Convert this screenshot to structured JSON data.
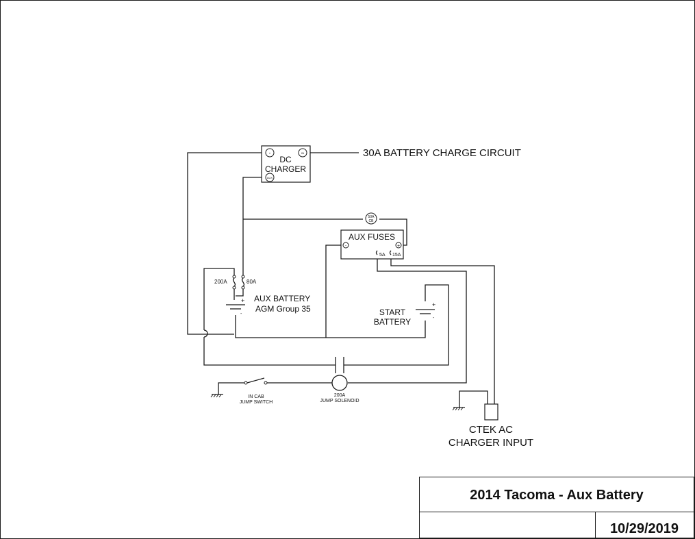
{
  "dc_charger": {
    "line1": "DC",
    "line2": "CHARGER",
    "neg": "-",
    "in": "IN",
    "aux": "AUX"
  },
  "charge_circuit_label": "30A BATTERY CHARGE CIRCUIT",
  "breaker": {
    "line1": "50A",
    "line2": "CB"
  },
  "aux_fuses": {
    "label": "AUX FUSES",
    "neg": "-",
    "pos": "+",
    "fuse_5a": "5A",
    "fuse_15a": "15A"
  },
  "fuse_200a": "200A",
  "fuse_80a": "80A",
  "aux_battery": {
    "line1": "AUX BATTERY",
    "line2": "AGM Group 35",
    "plus": "+",
    "minus": "-"
  },
  "start_battery": {
    "line1": "START",
    "line2": "BATTERY",
    "plus": "+",
    "minus": "-"
  },
  "jump_switch": {
    "line1": "IN CAB",
    "line2": "JUMP SWITCH"
  },
  "jump_solenoid": {
    "line1": "200A",
    "line2": "JUMP SOLENOID"
  },
  "ctek": {
    "line1": "CTEK AC",
    "line2": "CHARGER INPUT"
  },
  "title_block": {
    "title": "2014 Tacoma - Aux Battery",
    "date": "10/29/2019"
  }
}
